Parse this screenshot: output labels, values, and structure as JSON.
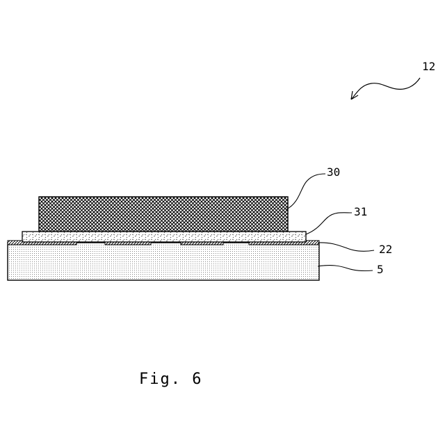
{
  "figure": {
    "caption": "Fig. 6",
    "assembly_label": "12",
    "layers": [
      {
        "id": "top_block",
        "label": "30",
        "fill": "crosshatch"
      },
      {
        "id": "bonding_layer",
        "label": "31",
        "fill": "speckle"
      },
      {
        "id": "conductor_pads",
        "label": "22",
        "fill": "diagonal-hatch"
      },
      {
        "id": "substrate",
        "label": "5",
        "fill": "fine-dots"
      }
    ]
  }
}
